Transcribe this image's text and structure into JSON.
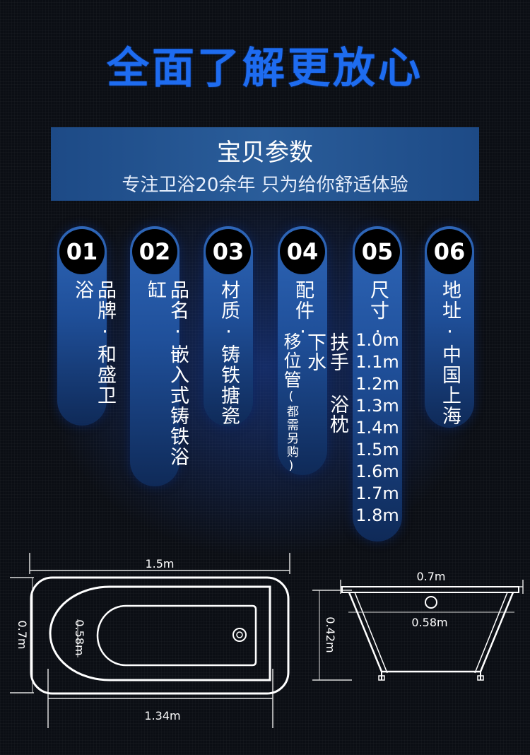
{
  "title": "全面了解更放心",
  "banner": {
    "title": "宝贝参数",
    "subtitle": "专注卫浴20余年 只为给你舒适体验"
  },
  "items": [
    {
      "num": "01",
      "head": "品牌·",
      "body": "和盛卫浴"
    },
    {
      "num": "02",
      "head": "品名·",
      "body": "嵌入式铸铁浴缸"
    },
    {
      "num": "03",
      "head": "材质·",
      "body": "铸铁搪瓷"
    },
    {
      "num": "04",
      "head": "配件·",
      "col1": "扶手 浴枕 下水",
      "col2": "移位管",
      "note": "(都需另购)"
    },
    {
      "num": "05",
      "head": "尺寸·",
      "sizes": [
        "1.0m",
        "1.1m",
        "1.2m",
        "1.3m",
        "1.4m",
        "1.5m",
        "1.6m",
        "1.7m",
        "1.8m"
      ]
    },
    {
      "num": "06",
      "head": "地址·",
      "body": "中国上海"
    }
  ],
  "diagram_top": {
    "length": "1.5m",
    "width": "0.7m",
    "inner_width": "0.58m",
    "inner_length": "1.34m"
  },
  "diagram_side": {
    "top_width": "0.7m",
    "bottom_width": "0.58m",
    "height": "0.42m"
  }
}
